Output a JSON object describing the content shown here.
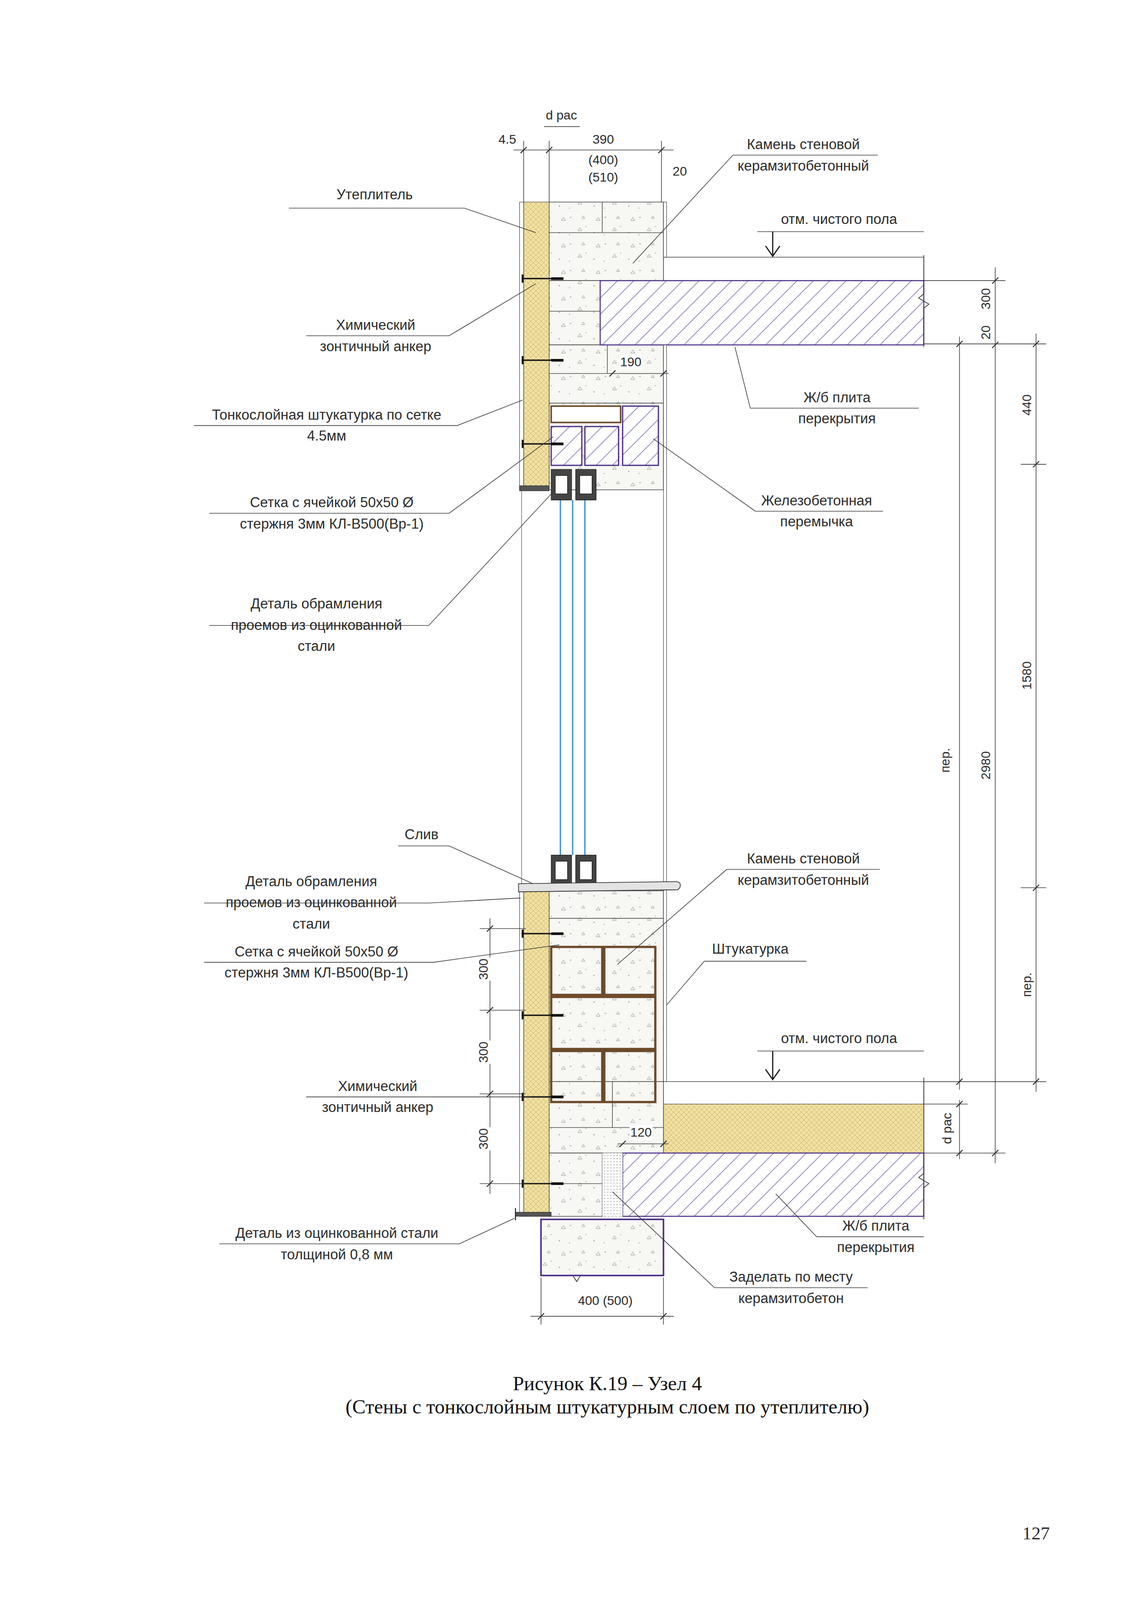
{
  "diagram": {
    "title": "Рисунок К.19 – Узел 4",
    "caption": "(Стены с тонкослойным штукатурным слоем по утеплителю)",
    "labels": [
      "d рас",
      "4.5",
      "390",
      "(400)",
      "(510)",
      "20",
      "Камень стеновой керамзитобетонный",
      "Утеплитель",
      "отм. чистого пола",
      "300",
      "20",
      "440",
      "Химический зонтичный анкер",
      "190",
      "Ж/б плита перекрытия",
      "Тонкослойная штукатурка по сетке 4.5мм",
      "Железобетонная перемычка",
      "Сетка с ячейкой 50х50 Ø стержня 3мм КЛ-В500(Вр-1)",
      "Деталь обрамления проемов из оцинкованной стали",
      "пер.",
      "2980",
      "1580",
      "Слив",
      "Камень стеновой керамзитобетонный",
      "Деталь обрамления проемов из оцинкованной стали",
      "Сетка с ячейкой 50х50 Ø стержня 3мм КЛ-В500(Вр-1)",
      "Штукатурка",
      "300",
      "300",
      "300",
      "пер.",
      "отм. чистого пола",
      "Химический зонтичный анкер",
      "120",
      "d рас",
      "Деталь из оцинкованной стали толщиной 0,8 мм",
      "Ж/б плита перекрытия",
      "Заделать по месту керамзитобетон",
      "400 (500)",
      "127"
    ]
  }
}
